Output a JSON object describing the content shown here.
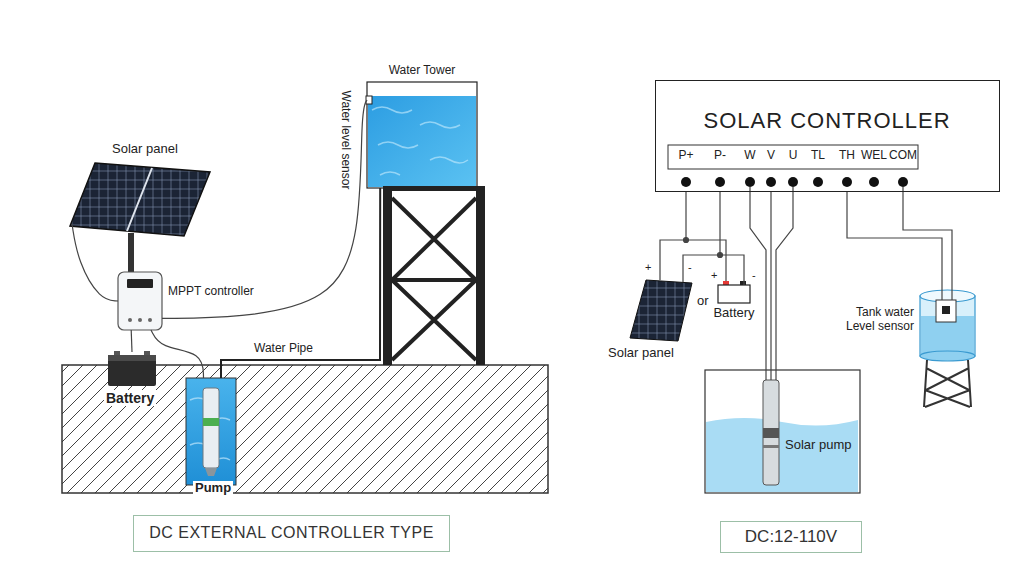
{
  "diagram": {
    "nodes": [
      {
        "text": [
          "Solar panel"
        ]
      },
      {
        "text": [
          "MPPT controller"
        ]
      },
      {
        "text": [
          "Battery"
        ]
      },
      {
        "text": [
          "Pump"
        ]
      },
      {
        "text": [
          "Water Tower"
        ]
      },
      {
        "text": [
          "DC EXTERNAL CONTROLLER TYPE"
        ]
      },
      {
        "text": [
          "SOLAR CONTROLLER"
        ]
      },
      {
        "text": [
          "Solar panel"
        ]
      },
      {
        "text": [
          "Battery"
        ]
      },
      {
        "text": [
          "Solar pump"
        ]
      },
      {
        "text": [
          "Tank water Level sensor"
        ]
      },
      {
        "text": [
          "DC:12-110V"
        ]
      }
    ],
    "edges": [
      {
        "from": 0,
        "to": 1,
        "arrow": "none"
      },
      {
        "from": 1,
        "to": 2,
        "arrow": "none"
      },
      {
        "from": 1,
        "to": 3,
        "arrow": "none"
      },
      {
        "from": 1,
        "to": 4,
        "arrow": "none"
      },
      {
        "from": 3,
        "to": 4,
        "label": "Water Pipe",
        "arrow": "none"
      },
      {
        "from": 6,
        "to": 7,
        "arrow": "none"
      },
      {
        "from": 6,
        "to": 8,
        "arrow": "none"
      },
      {
        "from": 6,
        "to": 9,
        "arrow": "none"
      },
      {
        "from": 6,
        "to": 10,
        "arrow": "none"
      }
    ],
    "labels": [
      "Water level sensor",
      "P+",
      "P-",
      "W",
      "V",
      "U",
      "TL",
      "TH",
      "WEL",
      "COM",
      "+",
      "-",
      "+",
      "-",
      "or"
    ]
  }
}
